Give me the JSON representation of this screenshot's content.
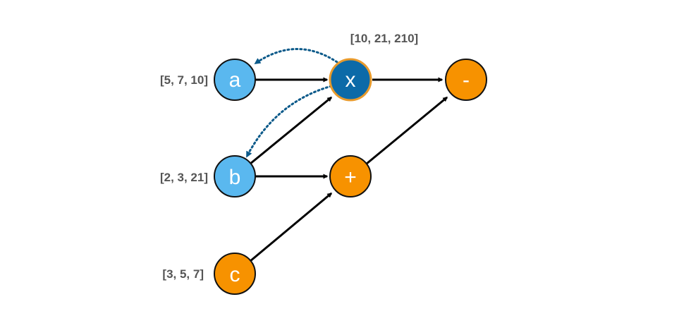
{
  "colors": {
    "input_node": "#5ab8ef",
    "input_stroke": "#111111",
    "op_node": "#f79200",
    "selected_node": "#0c6aa8",
    "selected_stroke": "#e89a2c",
    "edge": "#000000",
    "gradient_edge": "#0c5a8a",
    "value_text": "#555555",
    "node_text": "#ffffff"
  },
  "nodes": {
    "a": {
      "label": "a",
      "value": "[5, 7, 10]"
    },
    "b": {
      "label": "b",
      "value": "[2, 3, 21]"
    },
    "c": {
      "label": "c",
      "value": "[3, 5, 7]"
    },
    "mul": {
      "label": "x",
      "value": "[10, 21, 210]"
    },
    "add": {
      "label": "+"
    },
    "sub": {
      "label": "-"
    }
  }
}
